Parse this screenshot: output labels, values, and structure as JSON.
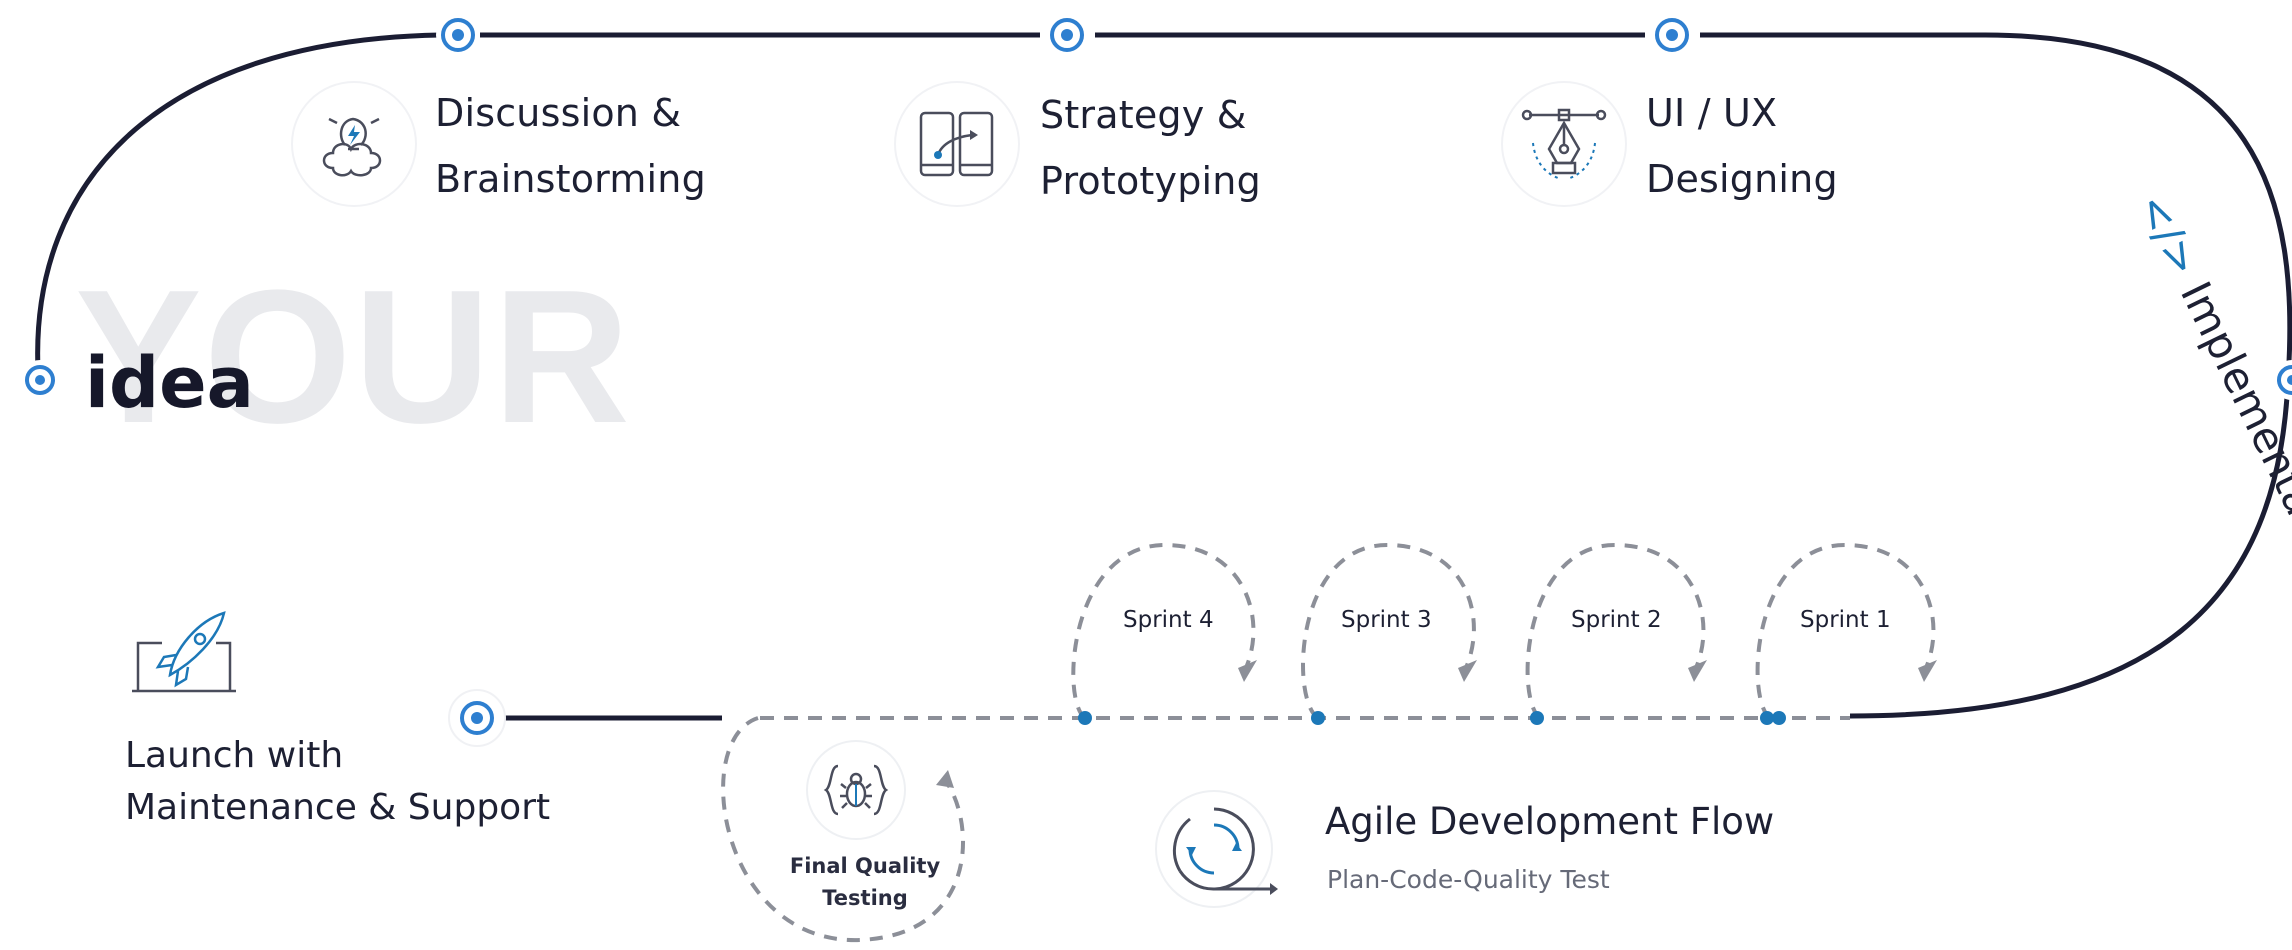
{
  "steps": [
    {
      "line1": "Discussion &",
      "line2": "Brainstorming",
      "icon": "brainstorm-lightbulb-icon"
    },
    {
      "line1": "Strategy &",
      "line2": "Prototyping",
      "icon": "mobile-prototype-icon"
    },
    {
      "line1": "UI / UX",
      "line2": "Designing",
      "icon": "pen-tool-icon"
    }
  ],
  "watermark": "YOUR",
  "idea": "idea",
  "implementation": {
    "code": "</>",
    "label": " Implementation"
  },
  "sprints": [
    "Sprint 4",
    "Sprint 3",
    "Sprint 2",
    "Sprint 1"
  ],
  "launch": {
    "line1": "Launch with",
    "line2": "Maintenance & Support",
    "icon": "rocket-laptop-icon"
  },
  "final_testing": {
    "line1": "Final Quality",
    "line2": "Testing",
    "icon": "bug-code-icon"
  },
  "agile": {
    "title": "Agile Development Flow",
    "subtitle": "Plan-Code-Quality Test",
    "icon": "cycle-arrows-icon"
  },
  "colors": {
    "line": "#1b1d33",
    "accent": "#1c78b8",
    "dashed": "#8c8f98",
    "watermark": "#e9eaed"
  }
}
